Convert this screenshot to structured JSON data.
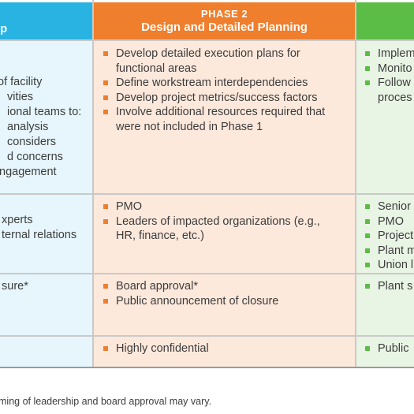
{
  "col1": {
    "header": "p",
    "row1": [
      "of facility",
      "vities",
      "ional teams to:",
      "analysis",
      "considers",
      "d concerns",
      "ngagement"
    ],
    "row2": [
      "xperts",
      "ternal relations"
    ],
    "row3": [
      "sure*"
    ],
    "row4": []
  },
  "col2": {
    "header_l1": "PHASE 2",
    "header_l2": "Design and Detailed Planning",
    "row1": [
      "Develop detailed execution plans for",
      "functional areas",
      "Define workstream interdependencies",
      "Develop project metrics/success factors",
      "Involve additional resources required that",
      "were not included in Phase 1"
    ],
    "row2": [
      "PMO",
      "Leaders of impacted organizations (e.g.,",
      "HR, finance, etc.)"
    ],
    "row3": [
      "Board approval*",
      "Public announcement of closure"
    ],
    "row4": [
      "Highly confidential"
    ]
  },
  "col3": {
    "row1": [
      "Implem",
      "Monito",
      "Follow",
      "proces"
    ],
    "row2": [
      "Senior",
      "PMO",
      "Project",
      "Plant m",
      "Union l"
    ],
    "row3": [
      "Plant s"
    ],
    "row4": [
      "Public"
    ]
  },
  "footnote": "ming of leadership and board approval may vary."
}
